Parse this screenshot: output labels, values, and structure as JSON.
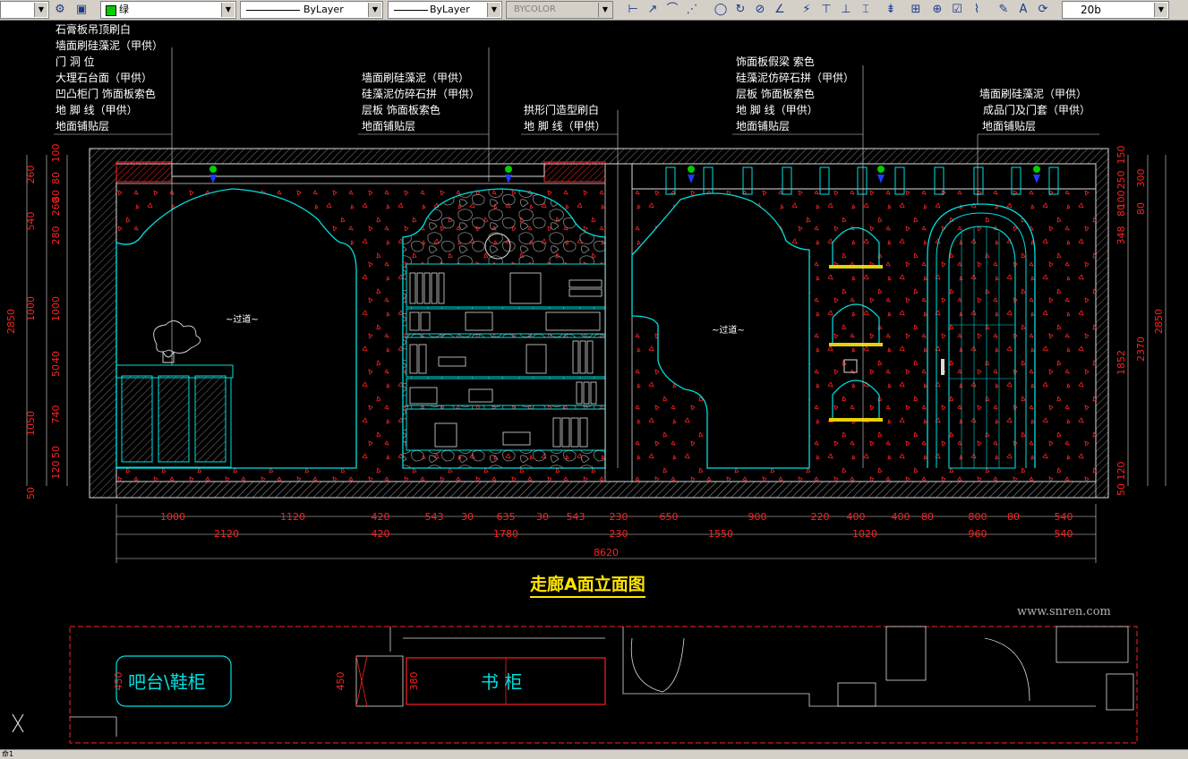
{
  "toolbar": {
    "color_value": "绿",
    "linetype_value": "ByLayer",
    "lineweight_value": "ByLayer",
    "plotstyle_value": "BYCOLOR",
    "dimstyle_value": "20b"
  },
  "colors": {
    "accent_green": "#00cc00",
    "cyan": "#00e0e0",
    "red": "#ff2020",
    "yellow": "#ffe600"
  },
  "drawing": {
    "title": "走廊A面立面图",
    "watermark": "www.snren.com",
    "passage_label_left": "~过道~",
    "passage_label_right": "~过道~",
    "annotations_group1": [
      "石膏板吊顶刷白",
      "墙面刷硅藻泥（甲供）",
      "门 洞 位",
      "大理石台面（甲供）",
      "凹凸柜门 饰面板索色",
      "地 脚 线（甲供）",
      "地面铺贴层"
    ],
    "annotations_group2": [
      "墙面刷硅藻泥（甲供）",
      "硅藻泥仿碎石拼（甲供）",
      "层板 饰面板索色",
      "地面铺贴层"
    ],
    "annotations_group3": [
      "拱形门造型刷白",
      "地 脚 线（甲供）"
    ],
    "annotations_group4": [
      "饰面板假梁 索色",
      "硅藻泥仿碎石拼（甲供）",
      "层板 饰面板索色",
      "地 脚 线（甲供）",
      "地面铺贴层"
    ],
    "annotations_group5": [
      "墙面刷硅藻泥（甲供）",
      "成品门及门套（甲供）",
      "地面铺贴层"
    ],
    "dims_bottom_row1": [
      "1000",
      "1120",
      "420",
      "543",
      "30",
      "635",
      "30",
      "543",
      "230",
      "650",
      "900",
      "220",
      "400",
      "400",
      "80",
      "800",
      "80",
      "540"
    ],
    "dims_bottom_row2": [
      "2120",
      "420",
      "1780",
      "230",
      "1550",
      "1020",
      "960",
      "540"
    ],
    "dims_total": "8620",
    "dims_left_outer": [
      "2850"
    ],
    "dims_left_mid": [
      "260",
      "540",
      "1000",
      "1050",
      "50"
    ],
    "dims_left_inner": [
      "100",
      "80",
      "80",
      "260",
      "280",
      "1000",
      "40",
      "50",
      "740",
      "50",
      "120"
    ],
    "dims_right_inner": [
      "150",
      "250",
      "100",
      "80",
      "348",
      "1852",
      "120",
      "50"
    ],
    "dims_right_mid": [
      "300",
      "80",
      "2370"
    ],
    "dims_right_outer": [
      "2850"
    ],
    "plan_label_bar": "吧台\\鞋柜",
    "plan_label_book": "书 柜",
    "plan_dim_450a": "450",
    "plan_dim_450b": "450",
    "plan_dim_380": "380"
  },
  "status": {
    "command_text": "命1"
  }
}
